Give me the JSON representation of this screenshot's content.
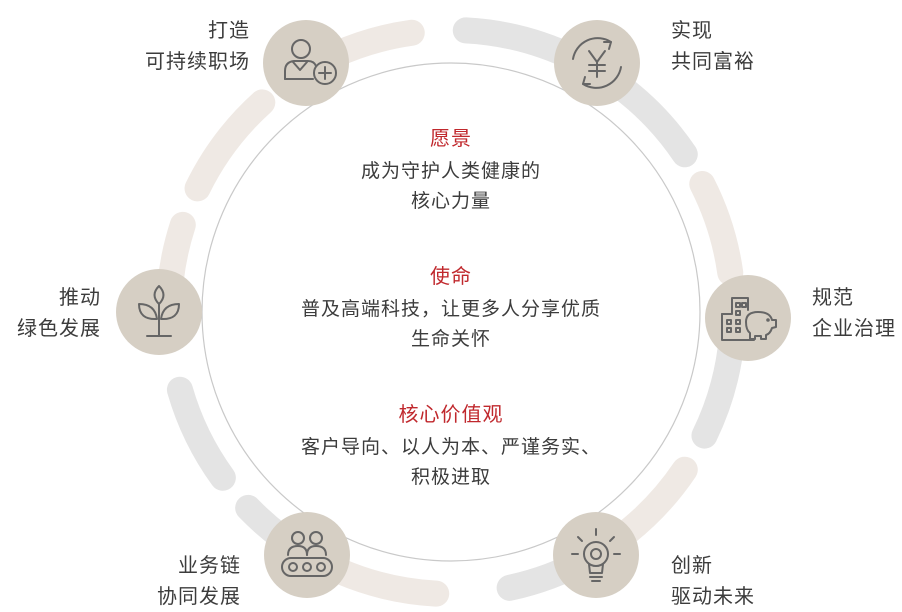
{
  "palette": {
    "accent_red": "#c0282d",
    "icon_circle": "#d6cfc4",
    "icon_line": "#666666",
    "ring_grey": "#e4e4e4",
    "ring_beige": "#efe9e4",
    "inner_ring": "#c9c9c9",
    "text": "#3c3c3c"
  },
  "center": {
    "vision": {
      "title": "愿景",
      "lines": [
        "成为守护人类健康的",
        "核心力量"
      ]
    },
    "mission": {
      "title": "使命",
      "lines": [
        "普及高端科技，让更多人分享优质",
        "生命关怀"
      ]
    },
    "values": {
      "title": "核心价值观",
      "lines": [
        "客户导向、以人为本、严谨务实、",
        "积极进取"
      ]
    }
  },
  "nodes": [
    {
      "id": "sustainable",
      "lines": [
        "打造",
        "可持续职场"
      ],
      "icon": "person-plus-icon"
    },
    {
      "id": "prosperity",
      "lines": [
        "实现",
        "共同富裕"
      ],
      "icon": "yuan-cycle-icon"
    },
    {
      "id": "governance",
      "lines": [
        "规范",
        "企业治理"
      ],
      "icon": "building-piggybank-icon"
    },
    {
      "id": "innovation",
      "lines": [
        "创新",
        "驱动未来"
      ],
      "icon": "lightbulb-icon"
    },
    {
      "id": "supply_chain",
      "lines": [
        "业务链",
        "协同发展"
      ],
      "icon": "people-conveyor-icon"
    },
    {
      "id": "green",
      "lines": [
        "推动",
        "绿色发展"
      ],
      "icon": "plant-icon"
    }
  ]
}
